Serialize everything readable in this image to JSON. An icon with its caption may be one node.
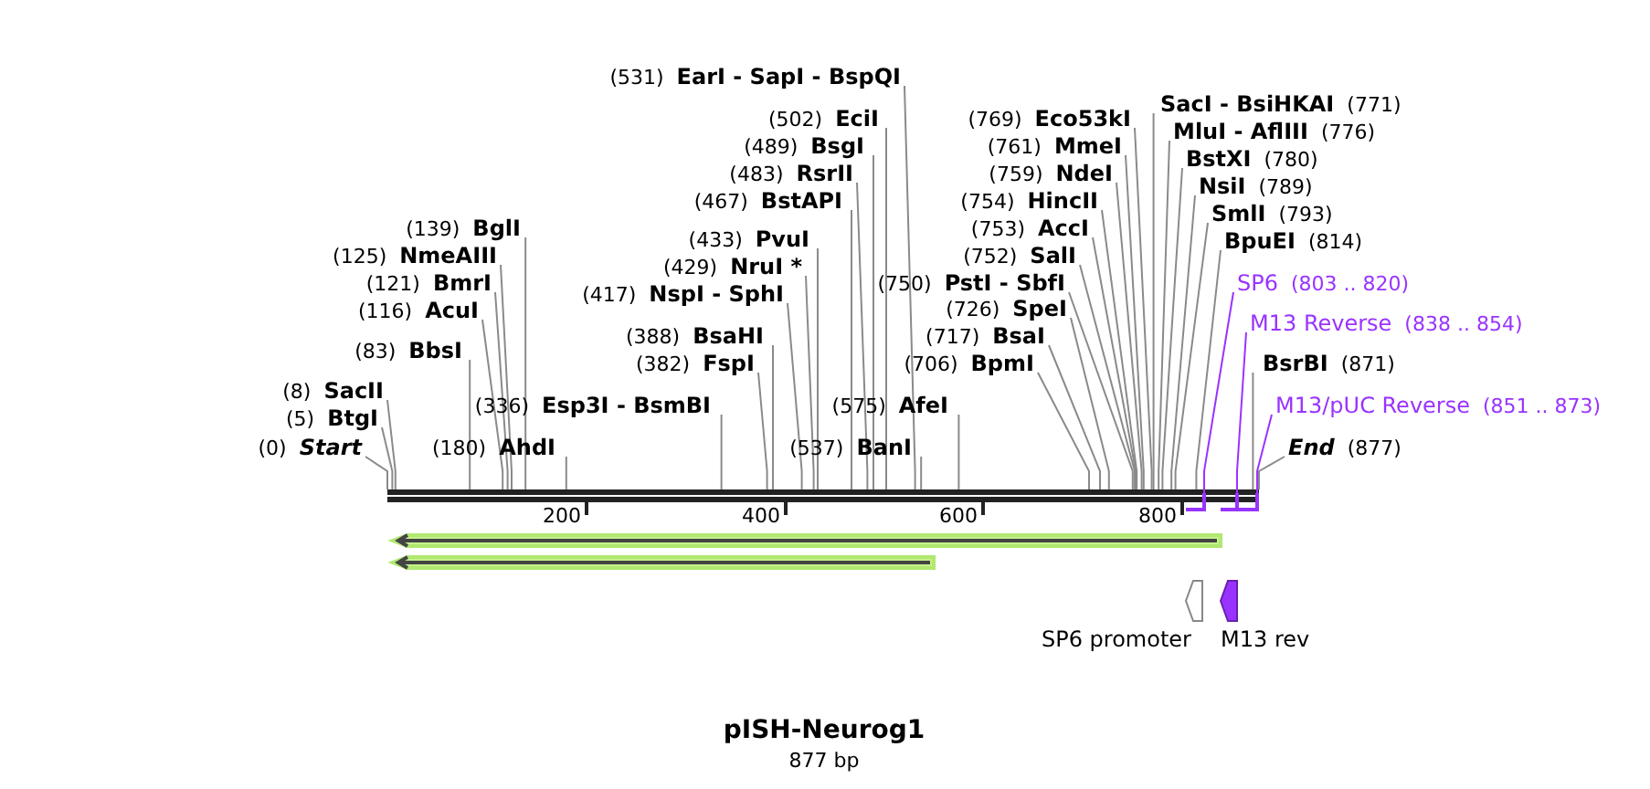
{
  "diagram": {
    "title": "pISH-Neurog1",
    "caption": "877 bp",
    "nodes": [
      {
        "text": [
          "(0)",
          "Start"
        ]
      },
      {
        "text": [
          "(5)",
          "BtgI"
        ]
      },
      {
        "text": [
          "(8)",
          "SacII"
        ]
      },
      {
        "text": [
          "(83)",
          "BbsI"
        ]
      },
      {
        "text": [
          "(116)",
          "AcuI"
        ]
      },
      {
        "text": [
          "(121)",
          "BmrI"
        ]
      },
      {
        "text": [
          "(125)",
          "NmeAIII"
        ]
      },
      {
        "text": [
          "(139)",
          "BglI"
        ]
      },
      {
        "text": [
          "(180)",
          "AhdI"
        ]
      },
      {
        "text": [
          "(336)",
          "Esp3I - BsmBI"
        ]
      },
      {
        "text": [
          "(382)",
          "FspI"
        ]
      },
      {
        "text": [
          "(388)",
          "BsaHI"
        ]
      },
      {
        "text": [
          "(417)",
          "NspI - SphI"
        ]
      },
      {
        "text": [
          "(429)",
          "NruI *"
        ]
      },
      {
        "text": [
          "(433)",
          "PvuI"
        ]
      },
      {
        "text": [
          "(467)",
          "BstAPI"
        ]
      },
      {
        "text": [
          "(483)",
          "RsrII"
        ]
      },
      {
        "text": [
          "(489)",
          "BsgI"
        ]
      },
      {
        "text": [
          "(502)",
          "EciI"
        ]
      },
      {
        "text": [
          "(531)",
          "EarI - SapI - BspQI"
        ]
      },
      {
        "text": [
          "(537)",
          "BanI"
        ]
      },
      {
        "text": [
          "(575)",
          "AfeI"
        ]
      },
      {
        "text": [
          "(706)",
          "BpmI"
        ]
      },
      {
        "text": [
          "(717)",
          "BsaI"
        ]
      },
      {
        "text": [
          "(726)",
          "SpeI"
        ]
      },
      {
        "text": [
          "(750)",
          "PstI - SbfI"
        ]
      },
      {
        "text": [
          "(752)",
          "SalI"
        ]
      },
      {
        "text": [
          "(753)",
          "AccI"
        ]
      },
      {
        "text": [
          "(754)",
          "HincII"
        ]
      },
      {
        "text": [
          "(759)",
          "NdeI"
        ]
      },
      {
        "text": [
          "(761)",
          "MmeI"
        ]
      },
      {
        "text": [
          "(769)",
          "Eco53kI"
        ]
      },
      {
        "text": [
          "SacI - BsiHKAI",
          "(771)"
        ]
      },
      {
        "text": [
          "MluI - AflIII",
          "(776)"
        ]
      },
      {
        "text": [
          "BstXI",
          "(780)"
        ]
      },
      {
        "text": [
          "NsiI",
          "(789)"
        ]
      },
      {
        "text": [
          "SmlI",
          "(793)"
        ]
      },
      {
        "text": [
          "BpuEI",
          "(814)"
        ]
      },
      {
        "text": [
          "SP6",
          "(803 .. 820)"
        ]
      },
      {
        "text": [
          "M13 Reverse",
          "(838 .. 854)"
        ]
      },
      {
        "text": [
          "BsrBI",
          "(871)"
        ]
      },
      {
        "text": [
          "M13/pUC Reverse",
          "(851 .. 873)"
        ]
      },
      {
        "text": [
          "End",
          "(877)"
        ]
      },
      {
        "text": [],
        "shape": "bar"
      },
      {
        "text": [],
        "shape": "bar"
      },
      {
        "text": [],
        "shape": "bar"
      },
      {
        "text": [],
        "shape": "bar"
      },
      {
        "text": [
          "SP6 promoter"
        ]
      },
      {
        "text": [
          "M13 rev"
        ]
      }
    ],
    "edges": [
      {
        "from": 0,
        "to": 43,
        "arrow": "none"
      },
      {
        "from": 1,
        "to": 43,
        "arrow": "none"
      },
      {
        "from": 2,
        "to": 43,
        "arrow": "none"
      },
      {
        "from": 3,
        "to": 43,
        "arrow": "none"
      },
      {
        "from": 4,
        "to": 43,
        "arrow": "none"
      },
      {
        "from": 5,
        "to": 43,
        "arrow": "none"
      },
      {
        "from": 6,
        "to": 43,
        "arrow": "none"
      },
      {
        "from": 7,
        "to": 43,
        "arrow": "none"
      },
      {
        "from": 8,
        "to": 43,
        "arrow": "none"
      },
      {
        "from": 9,
        "to": 43,
        "arrow": "none"
      },
      {
        "from": 10,
        "to": 43,
        "arrow": "none"
      },
      {
        "from": 11,
        "to": 43,
        "arrow": "none"
      },
      {
        "from": 12,
        "to": 43,
        "arrow": "none"
      },
      {
        "from": 13,
        "to": 43,
        "arrow": "none"
      },
      {
        "from": 14,
        "to": 43,
        "arrow": "none"
      },
      {
        "from": 15,
        "to": 43,
        "arrow": "none"
      },
      {
        "from": 16,
        "to": 43,
        "arrow": "none"
      },
      {
        "from": 17,
        "to": 43,
        "arrow": "none"
      },
      {
        "from": 18,
        "to": 43,
        "arrow": "none"
      },
      {
        "from": 19,
        "to": 43,
        "arrow": "none"
      },
      {
        "from": 20,
        "to": 43,
        "arrow": "none"
      },
      {
        "from": 21,
        "to": 43,
        "arrow": "none"
      },
      {
        "from": 22,
        "to": 43,
        "arrow": "none"
      },
      {
        "from": 23,
        "to": 43,
        "arrow": "none"
      },
      {
        "from": 24,
        "to": 43,
        "arrow": "none"
      },
      {
        "from": 25,
        "to": 43,
        "arrow": "none"
      },
      {
        "from": 26,
        "to": 43,
        "arrow": "none"
      },
      {
        "from": 27,
        "to": 43,
        "arrow": "none"
      },
      {
        "from": 28,
        "to": 43,
        "arrow": "none"
      },
      {
        "from": 29,
        "to": 43,
        "arrow": "none"
      },
      {
        "from": 30,
        "to": 43,
        "arrow": "none"
      },
      {
        "from": 31,
        "to": 43,
        "arrow": "none"
      },
      {
        "from": 32,
        "to": 43,
        "arrow": "none"
      },
      {
        "from": 33,
        "to": 43,
        "arrow": "none"
      },
      {
        "from": 34,
        "to": 43,
        "arrow": "none"
      },
      {
        "from": 35,
        "to": 43,
        "arrow": "none"
      },
      {
        "from": 36,
        "to": 43,
        "arrow": "none"
      },
      {
        "from": 37,
        "to": 43,
        "arrow": "none"
      },
      {
        "from": 38,
        "to": 44,
        "arrow": "none",
        "color": "#9933ff"
      },
      {
        "from": 39,
        "to": 45,
        "arrow": "none",
        "color": "#9933ff"
      },
      {
        "from": 40,
        "to": 43,
        "arrow": "none"
      },
      {
        "from": 41,
        "to": 46,
        "arrow": "none",
        "color": "#9933ff"
      },
      {
        "from": 42,
        "to": 43,
        "arrow": "none"
      }
    ],
    "labels": [
      "200",
      "400",
      "600",
      "800"
    ]
  }
}
